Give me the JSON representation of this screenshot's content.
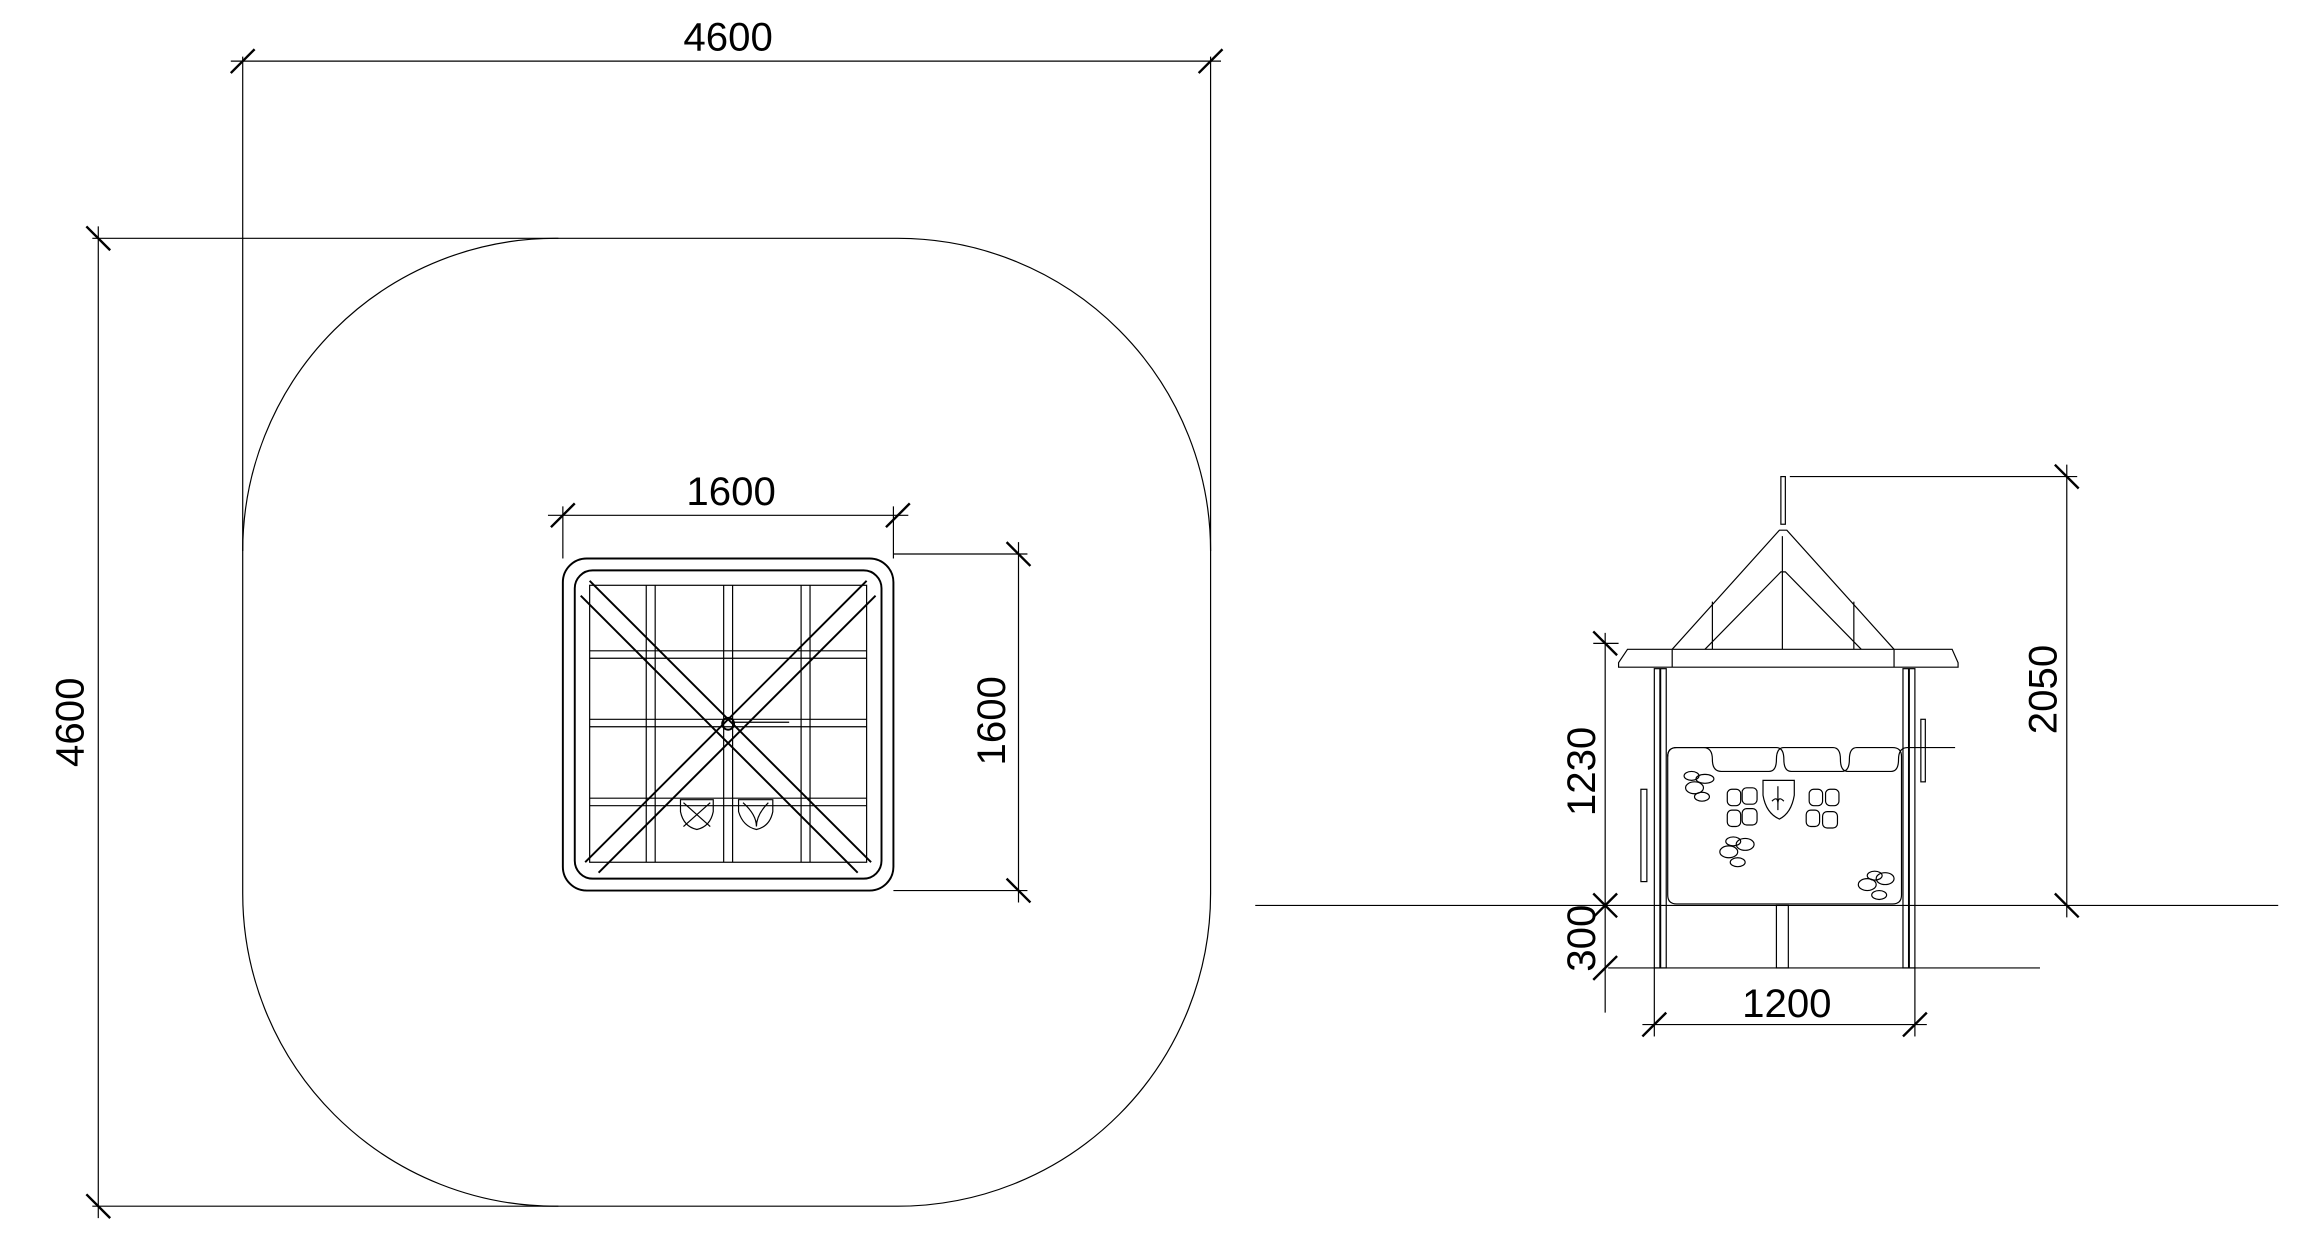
{
  "drawing": {
    "plan_view": {
      "overall_width": "4600",
      "overall_depth": "4600",
      "unit_width": "1600",
      "unit_depth": "1600"
    },
    "side_view": {
      "total_height": "2050",
      "panel_height": "1230",
      "ground_clearance": "300",
      "width": "1200"
    },
    "line_color": "#000000",
    "background": "#ffffff"
  }
}
